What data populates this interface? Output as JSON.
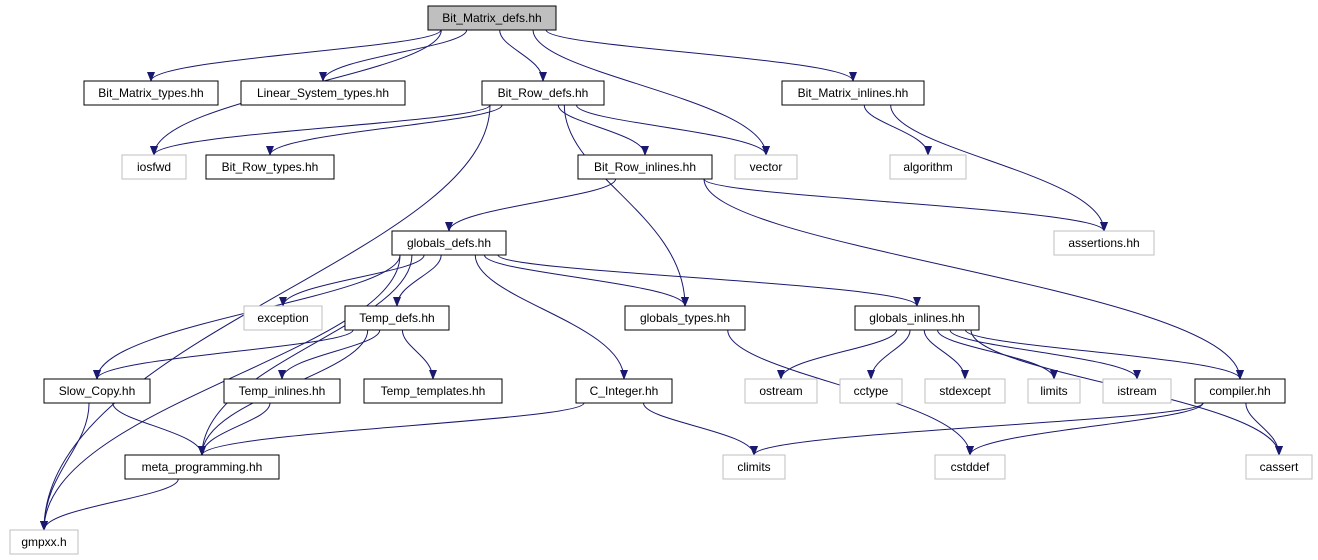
{
  "graph": {
    "edge_color": "#191970",
    "main_fill": "#bfbfbf",
    "external_border": "#bfbfbf",
    "nodes": {
      "bit_matrix_defs": {
        "label": "Bit_Matrix_defs.hh",
        "kind": "main"
      },
      "bit_matrix_types": {
        "label": "Bit_Matrix_types.hh",
        "kind": "file"
      },
      "linear_system_types": {
        "label": "Linear_System_types.hh",
        "kind": "file"
      },
      "bit_row_defs": {
        "label": "Bit_Row_defs.hh",
        "kind": "file"
      },
      "bit_matrix_inlines": {
        "label": "Bit_Matrix_inlines.hh",
        "kind": "file"
      },
      "iosfwd": {
        "label": "iosfwd",
        "kind": "external"
      },
      "bit_row_types": {
        "label": "Bit_Row_types.hh",
        "kind": "file"
      },
      "bit_row_inlines": {
        "label": "Bit_Row_inlines.hh",
        "kind": "file"
      },
      "vector": {
        "label": "vector",
        "kind": "external"
      },
      "algorithm": {
        "label": "algorithm",
        "kind": "external"
      },
      "assertions": {
        "label": "assertions.hh",
        "kind": "external"
      },
      "globals_defs": {
        "label": "globals_defs.hh",
        "kind": "file"
      },
      "exception": {
        "label": "exception",
        "kind": "external"
      },
      "temp_defs": {
        "label": "Temp_defs.hh",
        "kind": "file"
      },
      "globals_types": {
        "label": "globals_types.hh",
        "kind": "file"
      },
      "globals_inlines": {
        "label": "globals_inlines.hh",
        "kind": "file"
      },
      "slow_copy": {
        "label": "Slow_Copy.hh",
        "kind": "file"
      },
      "temp_inlines": {
        "label": "Temp_inlines.hh",
        "kind": "file"
      },
      "temp_templates": {
        "label": "Temp_templates.hh",
        "kind": "file"
      },
      "c_integer": {
        "label": "C_Integer.hh",
        "kind": "file"
      },
      "ostream": {
        "label": "ostream",
        "kind": "external"
      },
      "cctype": {
        "label": "cctype",
        "kind": "external"
      },
      "stdexcept": {
        "label": "stdexcept",
        "kind": "external"
      },
      "limits": {
        "label": "limits",
        "kind": "external"
      },
      "istream": {
        "label": "istream",
        "kind": "external"
      },
      "compiler": {
        "label": "compiler.hh",
        "kind": "file"
      },
      "meta_programming": {
        "label": "meta_programming.hh",
        "kind": "file"
      },
      "climits": {
        "label": "climits",
        "kind": "external"
      },
      "cstddef": {
        "label": "cstddef",
        "kind": "external"
      },
      "cassert": {
        "label": "cassert",
        "kind": "external"
      },
      "gmpxx": {
        "label": "gmpxx.h",
        "kind": "external"
      }
    },
    "edges": [
      [
        "bit_matrix_defs",
        "bit_matrix_types"
      ],
      [
        "bit_matrix_defs",
        "linear_system_types"
      ],
      [
        "bit_matrix_defs",
        "bit_row_defs"
      ],
      [
        "bit_matrix_defs",
        "bit_matrix_inlines"
      ],
      [
        "bit_matrix_defs",
        "iosfwd"
      ],
      [
        "bit_matrix_defs",
        "vector"
      ],
      [
        "bit_row_defs",
        "iosfwd"
      ],
      [
        "bit_row_defs",
        "bit_row_types"
      ],
      [
        "bit_row_defs",
        "bit_row_inlines"
      ],
      [
        "bit_row_defs",
        "vector"
      ],
      [
        "bit_row_defs",
        "globals_types"
      ],
      [
        "bit_row_defs",
        "gmpxx"
      ],
      [
        "bit_matrix_inlines",
        "algorithm"
      ],
      [
        "bit_matrix_inlines",
        "assertions"
      ],
      [
        "bit_row_inlines",
        "globals_defs"
      ],
      [
        "bit_row_inlines",
        "assertions"
      ],
      [
        "bit_row_inlines",
        "compiler"
      ],
      [
        "globals_defs",
        "exception"
      ],
      [
        "globals_defs",
        "temp_defs"
      ],
      [
        "globals_defs",
        "globals_types"
      ],
      [
        "globals_defs",
        "globals_inlines"
      ],
      [
        "globals_defs",
        "slow_copy"
      ],
      [
        "globals_defs",
        "meta_programming"
      ],
      [
        "globals_defs",
        "c_integer"
      ],
      [
        "globals_defs",
        "gmpxx"
      ],
      [
        "temp_defs",
        "slow_copy"
      ],
      [
        "temp_defs",
        "temp_inlines"
      ],
      [
        "temp_defs",
        "temp_templates"
      ],
      [
        "temp_defs",
        "meta_programming"
      ],
      [
        "globals_types",
        "cstddef"
      ],
      [
        "globals_inlines",
        "ostream"
      ],
      [
        "globals_inlines",
        "cctype"
      ],
      [
        "globals_inlines",
        "stdexcept"
      ],
      [
        "globals_inlines",
        "limits"
      ],
      [
        "globals_inlines",
        "istream"
      ],
      [
        "globals_inlines",
        "compiler"
      ],
      [
        "globals_inlines",
        "cassert"
      ],
      [
        "slow_copy",
        "meta_programming"
      ],
      [
        "slow_copy",
        "gmpxx"
      ],
      [
        "temp_inlines",
        "meta_programming"
      ],
      [
        "c_integer",
        "meta_programming"
      ],
      [
        "c_integer",
        "climits"
      ],
      [
        "compiler",
        "climits"
      ],
      [
        "compiler",
        "cstddef"
      ],
      [
        "compiler",
        "cassert"
      ],
      [
        "meta_programming",
        "gmpxx"
      ]
    ]
  }
}
